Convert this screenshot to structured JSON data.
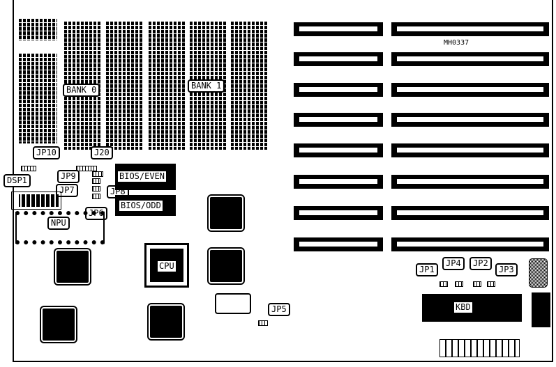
{
  "labels": {
    "model": "MH0337",
    "bank0": "BANK 0",
    "bank1": "BANK 1",
    "jp10": "JP10",
    "j20": "J20",
    "jp9": "JP9",
    "jp8": "JP8",
    "jp7": "JP7",
    "jp6": "JP6",
    "dsp1": "DSP1",
    "bios_even": "BIOS/EVEN",
    "bios_odd": "BIOS/ODD",
    "npu": "NPU",
    "cpu": "CPU",
    "jp5": "JP5",
    "jp1": "JP1",
    "jp4": "JP4",
    "jp2": "JP2",
    "jp3": "JP3",
    "kbd": "KBD"
  },
  "expansion_slot_rows": 8
}
